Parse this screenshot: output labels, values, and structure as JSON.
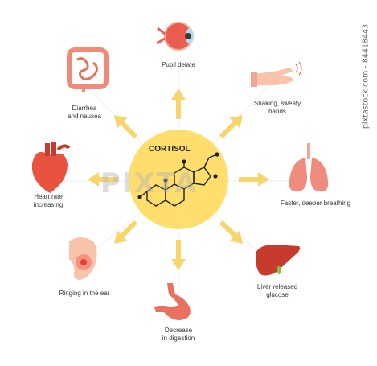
{
  "center": {
    "title": "CORTISOL"
  },
  "labels": {
    "pupil": "Pupil delate",
    "hands": "Shaking, sweaty\nhands",
    "breathing": "Faster, deeper breathing",
    "liver": "Liver released\nglucose",
    "digestion": "Decrease\nin digestion",
    "ear": "Ringing in the ear",
    "heart": "Heart rate\nincreasing",
    "intestine": "Diarrhea\nand nausea"
  },
  "watermark": "PIXTA",
  "side_text": "pixtastock.com - 84418443",
  "colors": {
    "sun": "#FFDE6E",
    "arrow": "#F7D56B",
    "organ_red": "#E85D4E",
    "organ_pink": "#F4A493",
    "liver": "#C63B2D",
    "molecule": "#222222"
  }
}
